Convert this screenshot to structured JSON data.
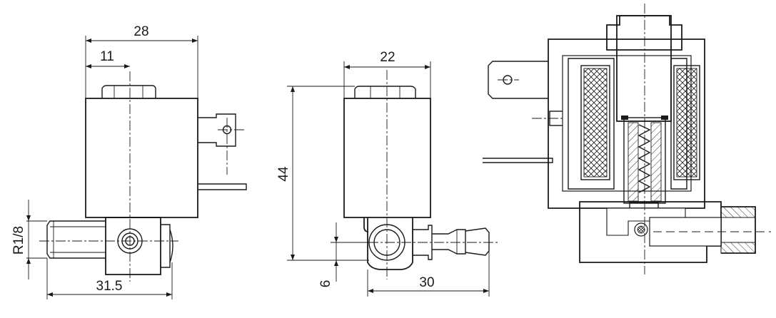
{
  "dimensions": {
    "coil_width": "28",
    "inlet_offset": "11",
    "port_thread": "R1/8",
    "body_length": "31.5",
    "coil_depth": "22",
    "overall_height": "44",
    "outlet_offset": "6",
    "outlet_length": "30"
  },
  "colors": {
    "line": "#1a1a1a",
    "background": "#ffffff"
  }
}
